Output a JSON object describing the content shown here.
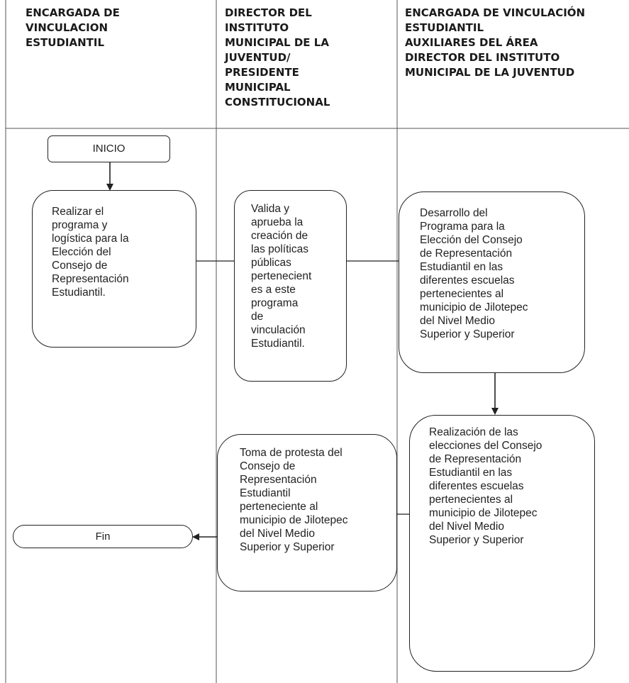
{
  "lanes": [
    {
      "title": "ENCARGADA DE\nVINCULACION\nESTUDIANTIL"
    },
    {
      "title": "DIRECTOR DEL\nINSTITUTO\nMUNICIPAL DE LA\nJUVENTUD/\nPRESIDENTE\nMUNICIPAL\nCONSTITUCIONAL"
    },
    {
      "title": "ENCARGADA DE VINCULACIÓN\nESTUDIANTIL\nAUXILIARES DEL ÁREA\nDIRECTOR DEL INSTITUTO\nMUNICIPAL DE LA JUVENTUD"
    }
  ],
  "nodes": {
    "inicio": "INICIO",
    "realizar": "Realizar el\nprograma y\nlogística para la\nElección del\nConsejo de\nRepresentación\nEstudiantil.",
    "valida": "Valida y\naprueba la\ncreación de\nlas políticas\npúblicas\npertenecient\nes a este\nprograma\nde\nvinculación\nEstudiantil.",
    "desarrollo": "Desarrollo del\nPrograma para la\nElección del Consejo\nde Representación\nEstudiantil en las\ndiferentes escuelas\npertenecientes al\nmunicipio de Jilotepec\ndel Nivel Medio\nSuperior  y  Superior",
    "realizacion": "Realización de las\nelecciones del Consejo\nde Representación\nEstudiantil en las\ndiferentes escuelas\npertenecientes al\nmunicipio de Jilotepec\ndel Nivel Medio\nSuperior  y  Superior",
    "toma": "Toma de protesta del\nConsejo de\nRepresentación\nEstudiantil\nperteneciente al\nmunicipio de Jilotepec\ndel Nivel Medio\nSuperior y Superior",
    "fin": "Fin"
  }
}
